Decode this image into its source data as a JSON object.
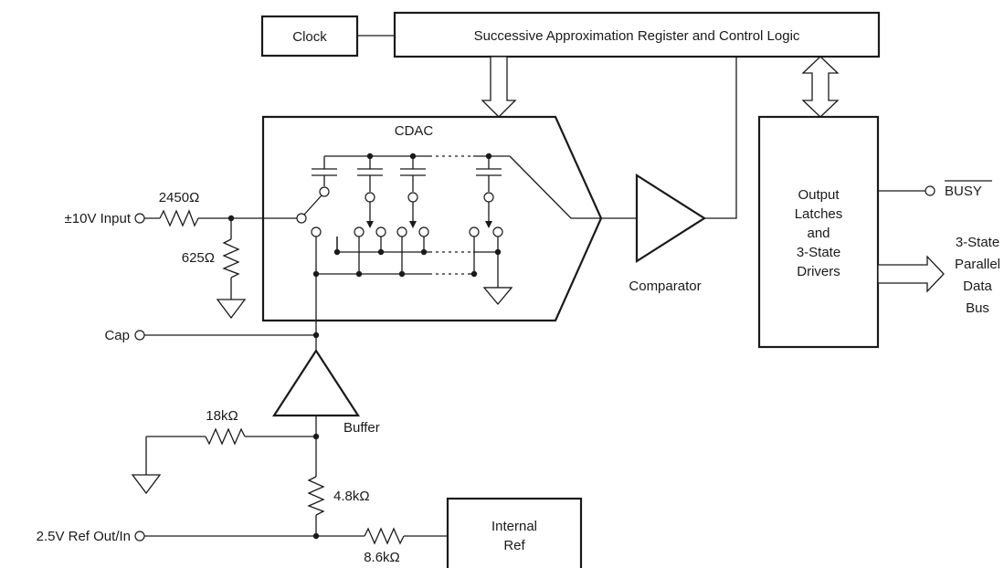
{
  "blocks": {
    "clock": "Clock",
    "sar": "Successive Approximation Register and Control Logic",
    "cdac": "CDAC",
    "comparator": "Comparator",
    "output_latches": [
      "Output",
      "Latches",
      "and",
      "3-State",
      "Drivers"
    ],
    "buffer": "Buffer",
    "internal_ref": [
      "Internal",
      "Ref"
    ]
  },
  "pins": {
    "input": "±10V Input",
    "cap": "Cap",
    "ref": "2.5V Ref Out/In",
    "busy": "BUSY",
    "data_bus": [
      "3-State",
      "Parallel",
      "Data",
      "Bus"
    ]
  },
  "resistors": {
    "r_input": "2450Ω",
    "r_shunt": "625Ω",
    "r_18k": "18kΩ",
    "r_4k8": "4.8kΩ",
    "r_8k6": "8.6kΩ"
  }
}
